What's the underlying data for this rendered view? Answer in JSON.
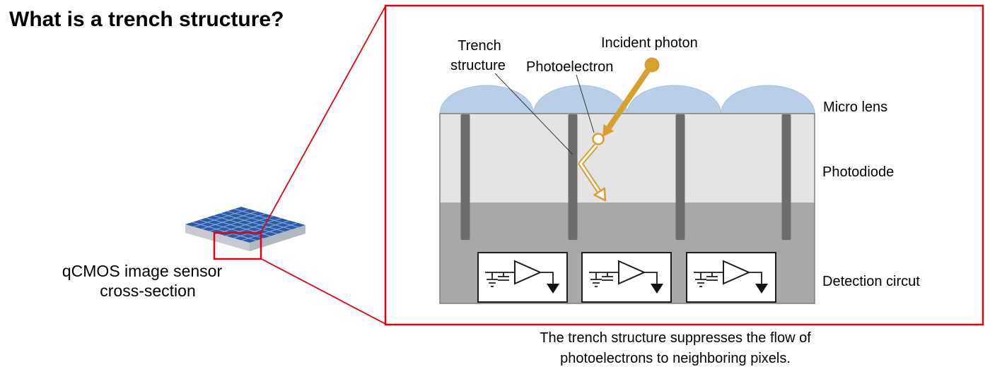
{
  "title": "What is a trench structure?",
  "chip": {
    "caption_line1": "qCMOS image sensor",
    "caption_line2": "cross-section"
  },
  "diagram": {
    "trench_label_line1": "Trench",
    "trench_label_line2": "structure",
    "photoelectron_label": "Photoelectron",
    "incident_photon_label": "Incident photon",
    "micro_lens_label": "Micro lens",
    "photodiode_label": "Photodiode",
    "detection_circuit_label": "Detection circut"
  },
  "caption": {
    "line1": "The trench structure suppresses the flow of",
    "line2": "photoelectrons to neighboring pixels."
  },
  "colors": {
    "accent_red": "#e60012",
    "photon_orange": "#d7a02c",
    "lens_blue": "#b9cfe8",
    "photodiode_gray": "#e4e4e4",
    "circuit_gray": "#a8a8a8",
    "trench_gray": "#6b6c6e",
    "chip_top_blue": "#2a5aa8"
  }
}
